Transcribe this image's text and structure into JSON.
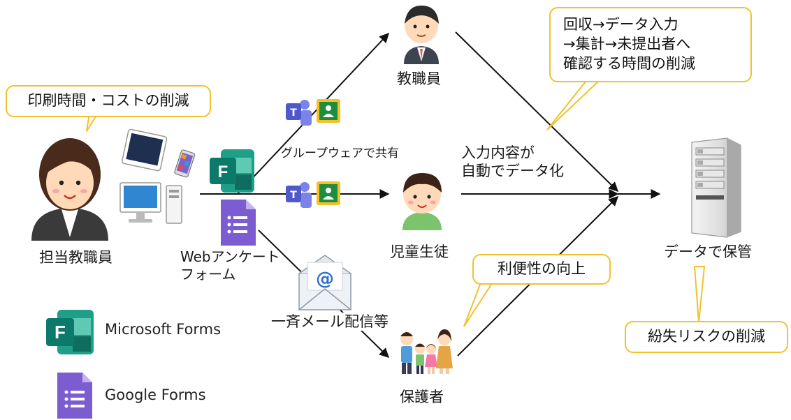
{
  "labels": {
    "owner": "担当教職員",
    "form_line1": "Webアンケート",
    "form_line2": "フォーム",
    "staff": "教職員",
    "students": "児童生徒",
    "guardians": "保護者",
    "groupware": "グループウェアで共有",
    "auto_line1": "入力内容が",
    "auto_line2": "自動でデータ化",
    "mail": "一斉メール配信等",
    "storage": "データで保管"
  },
  "callouts": {
    "print": "印刷時間・コストの削減",
    "collect_line1": "回収→データ入力",
    "collect_line2": "→集計→未提出者へ",
    "collect_line3": "確認する時間の削減",
    "convenience": "利便性の向上",
    "loss": "紛失リスクの削減"
  },
  "legend": {
    "ms_forms": "Microsoft Forms",
    "google_forms": "Google Forms"
  },
  "icons": {
    "mail_symbol": "@",
    "forms_letter": "F",
    "teams_letter": "T"
  },
  "colors": {
    "callout_border": "#f2c12e",
    "ms_forms": "#0b7a6a",
    "google_forms": "#6e4cbf",
    "teams": "#5059c9",
    "classroom": "#1e8e3e",
    "arrow": "#111111"
  }
}
